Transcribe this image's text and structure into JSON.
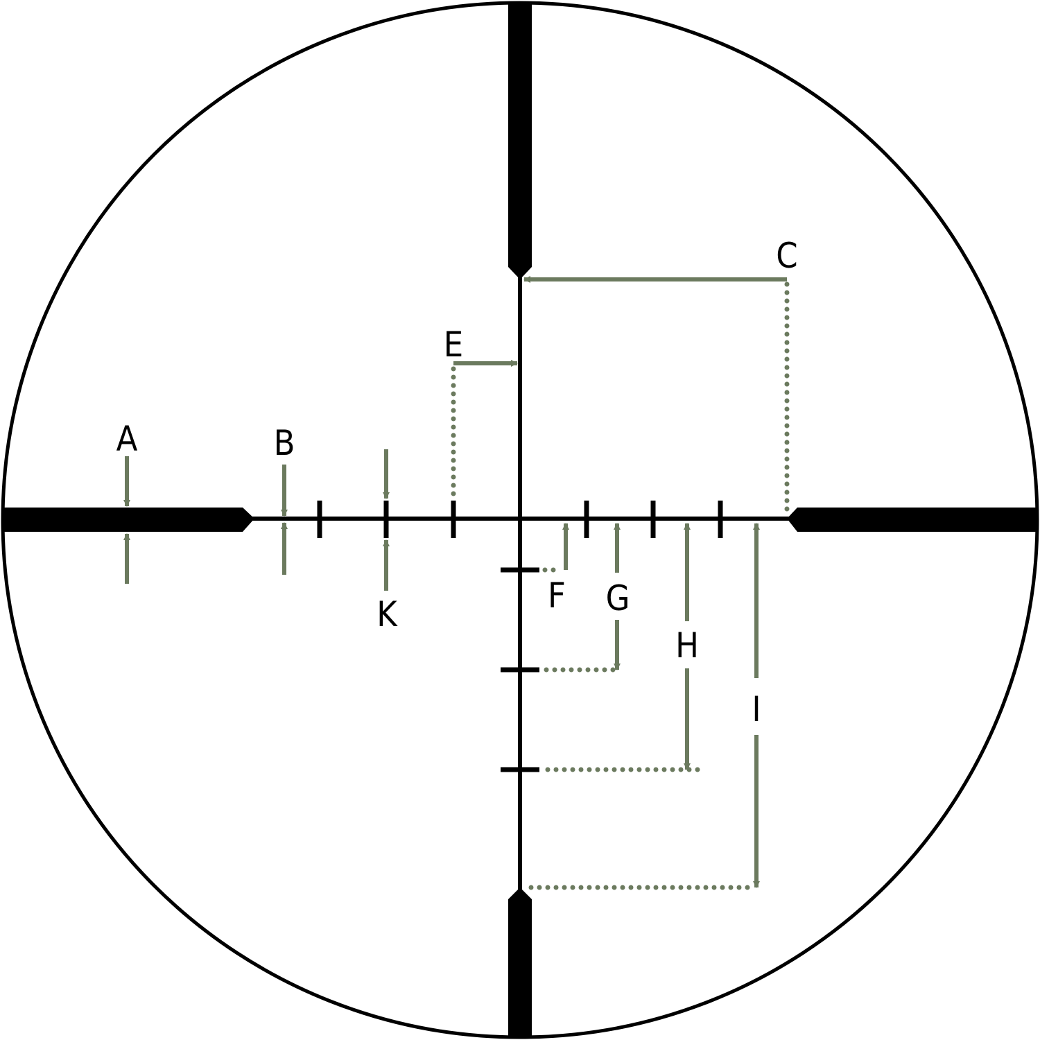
{
  "diagram": {
    "labels": {
      "A": "A",
      "B": "B",
      "C": "C",
      "E": "E",
      "F": "F",
      "G": "G",
      "H": "H",
      "I": "I",
      "K": "K"
    }
  },
  "colors": {
    "reticle": "#000000",
    "callout": "#6b7a5e",
    "background": "#ffffff"
  }
}
